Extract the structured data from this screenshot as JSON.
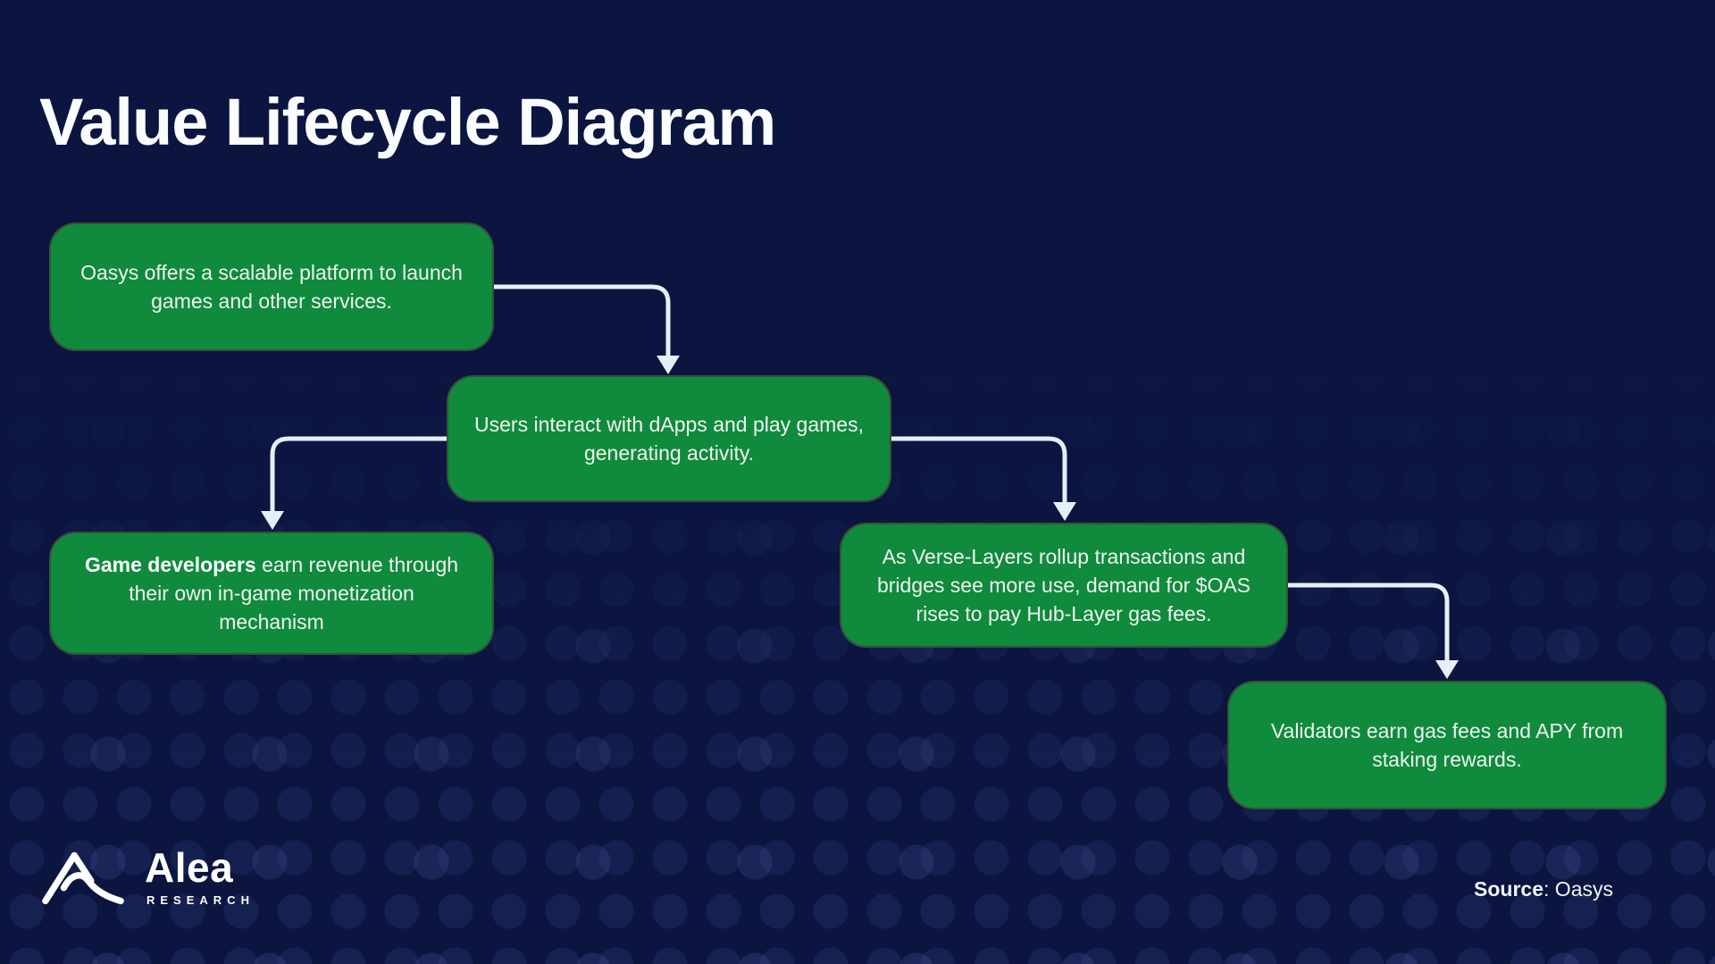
{
  "title": "Value Lifecycle Diagram",
  "boxes": {
    "platform": {
      "lines": [
        "Oasys offers a scalable platform to launch",
        "games and other services."
      ]
    },
    "users": {
      "lines": [
        "Users interact with dApps and play games,",
        "generating activity."
      ]
    },
    "developers": {
      "bold": "Game developers",
      "lines_after": [
        " earn revenue through",
        "their own in-game monetization",
        "mechanism"
      ]
    },
    "verse": {
      "lines": [
        "As Verse-Layers rollup transactions and",
        "bridges see more use, demand for $OAS",
        "rises to pay Hub-Layer gas fees."
      ]
    },
    "validators": {
      "lines": [
        "Validators earn gas fees and APY from",
        "staking rewards."
      ]
    }
  },
  "footer": {
    "brand_name": "Alea",
    "brand_sub": "RESEARCH",
    "source_label": "Source",
    "source_value": ": Oasys"
  },
  "colors": {
    "background": "#0b1540",
    "box_green": "#108a3c",
    "connector": "#e6eef9",
    "title_text": "#fbfcfe",
    "box_text": "#eef4ef"
  }
}
